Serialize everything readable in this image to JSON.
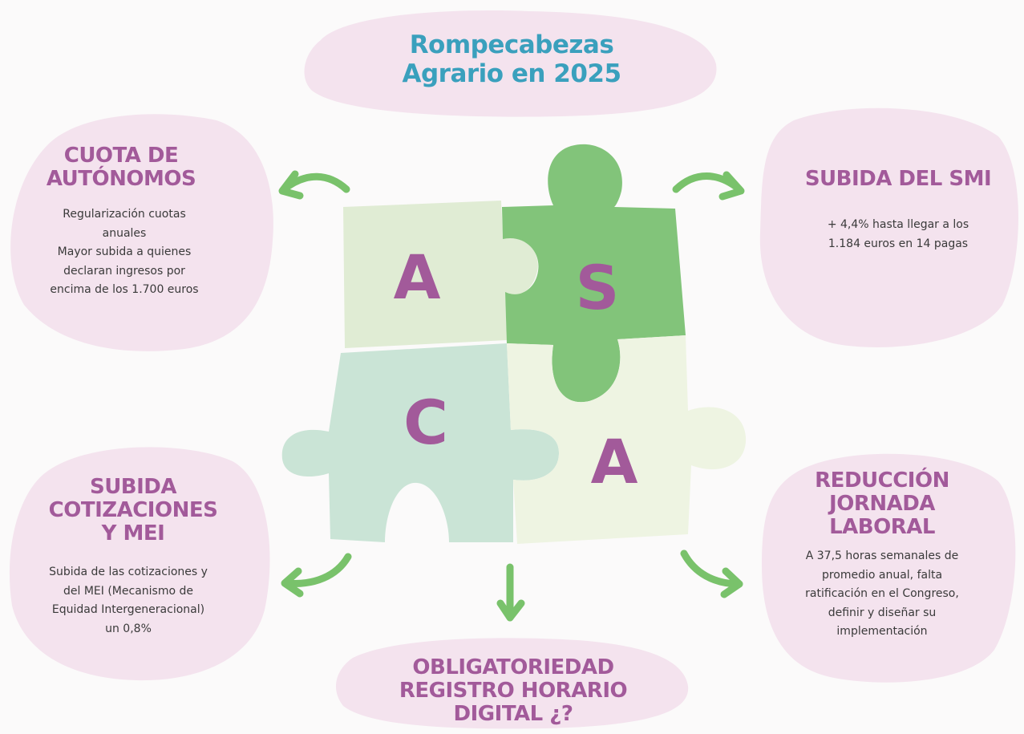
{
  "title": {
    "lines": [
      "Rompecabezas",
      "Agrario en 2025"
    ]
  },
  "puzzle": {
    "letters": [
      "A",
      "S",
      "C",
      "A"
    ],
    "colors": {
      "top_left": "#e0ecd4",
      "top_right": "#82c47a",
      "bottom_left": "#cae4d6",
      "bottom_right": "#eef4e2",
      "letter": "#a25a9a"
    }
  },
  "arrows": {
    "color": "#79c26b",
    "icons": [
      "curved-arrow-left-icon",
      "curved-arrow-right-icon",
      "curved-arrow-down-left-icon",
      "arrow-down-icon",
      "curved-arrow-down-right-icon"
    ]
  },
  "colors": {
    "blob": "#f4e3ee",
    "heading": "#a25a9a",
    "title": "#3aa0bd",
    "text": "#3a3a3a"
  },
  "cuota": {
    "heading": [
      "CUOTA DE",
      "AUTÓNOMOS"
    ],
    "text": [
      "Regularización cuotas",
      "anuales",
      "Mayor subida a quienes",
      "declaran ingresos por",
      "encima de los 1.700 euros"
    ]
  },
  "smi": {
    "heading": [
      "SUBIDA DEL SMI"
    ],
    "text": [
      "+ 4,4% hasta llegar a los",
      "1.184 euros en 14 pagas"
    ]
  },
  "cotizaciones": {
    "heading": [
      "SUBIDA",
      "COTIZACIONES",
      "Y MEI"
    ],
    "text": [
      "Subida de las cotizaciones y",
      "del MEI (Mecanismo de",
      "Equidad Intergeneracional)",
      "un 0,8%"
    ]
  },
  "jornada": {
    "heading": [
      "REDUCCIÓN",
      "JORNADA",
      "LABORAL"
    ],
    "text": [
      "A 37,5 horas semanales de",
      "promedio anual, falta",
      "ratificación en el Congreso,",
      "definir y diseñar su",
      "implementación"
    ]
  },
  "registro": {
    "heading": [
      "OBLIGATORIEDAD",
      "REGISTRO HORARIO",
      "DIGITAL ¿?"
    ]
  }
}
